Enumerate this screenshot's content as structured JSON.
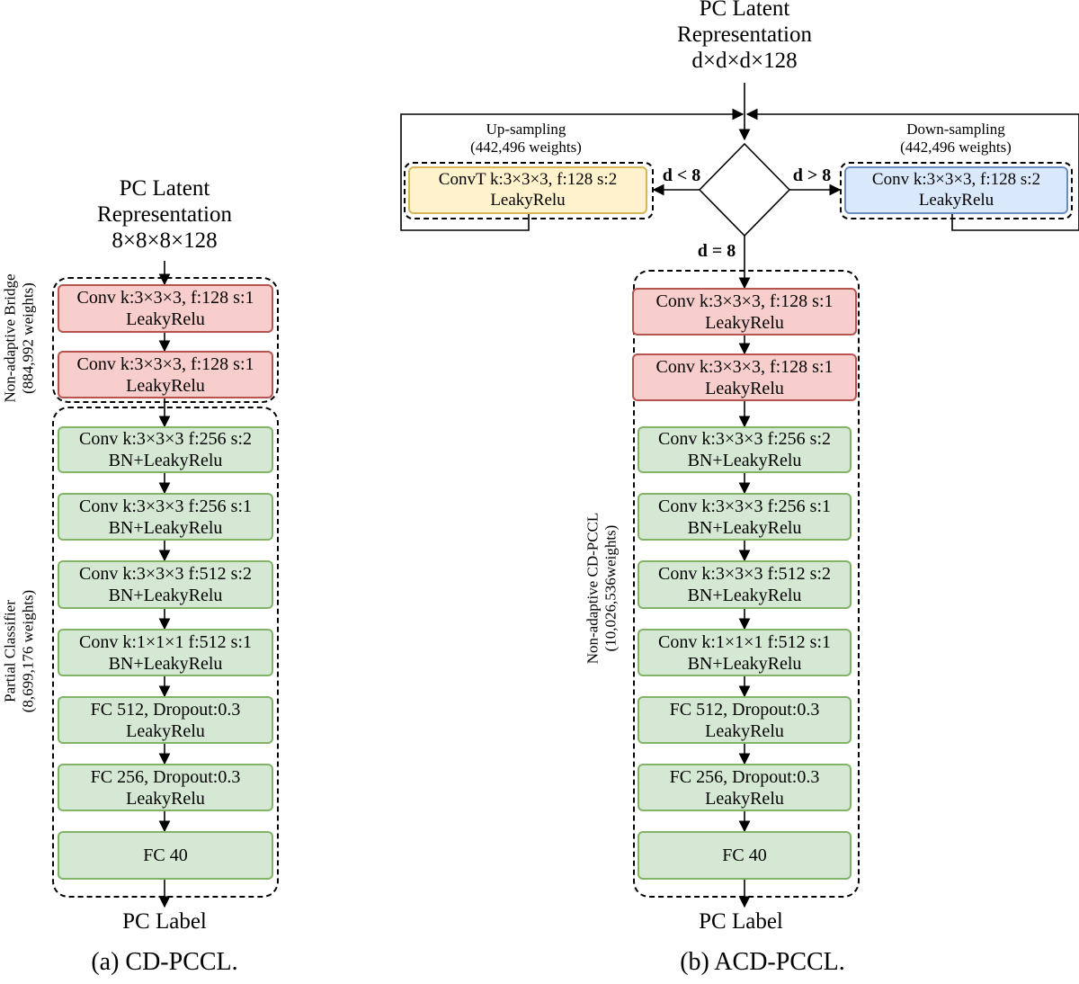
{
  "left": {
    "input": [
      "PC Latent",
      "Representation",
      "8×8×8×128"
    ],
    "bridge_label": [
      "Non-adaptive Bridge",
      "(884,992 weights)"
    ],
    "classifier_label": [
      "Partial Classifier",
      "(8,699,176 weights)"
    ],
    "bridge_nodes": [
      [
        "Conv k:3×3×3, f:128 s:1",
        "LeakyRelu"
      ],
      [
        "Conv k:3×3×3, f:128 s:1",
        "LeakyRelu"
      ]
    ],
    "classifier_nodes": [
      [
        "Conv k:3×3×3 f:256 s:2",
        "BN+LeakyRelu"
      ],
      [
        "Conv k:3×3×3 f:256 s:1",
        "BN+LeakyRelu"
      ],
      [
        "Conv k:3×3×3 f:512 s:2",
        "BN+LeakyRelu"
      ],
      [
        "Conv k:1×1×1 f:512 s:1",
        "BN+LeakyRelu"
      ],
      [
        "FC 512, Dropout:0.3",
        "LeakyRelu"
      ],
      [
        "FC 256, Dropout:0.3",
        "LeakyRelu"
      ],
      [
        "FC 40",
        ""
      ]
    ],
    "output": "PC Label",
    "caption": "(a) CD-PCCL."
  },
  "right": {
    "input": [
      "PC Latent",
      "Representation",
      "d×d×d×128"
    ],
    "upsampling_label": [
      "Up-sampling",
      "(442,496 weights)"
    ],
    "downsampling_label": [
      "Down-sampling",
      "(442,496 weights)"
    ],
    "upsampling_node": [
      "ConvT k:3×3×3, f:128 s:2",
      "LeakyRelu"
    ],
    "downsampling_node": [
      "Conv k:3×3×3, f:128 s:2",
      "LeakyRelu"
    ],
    "cond_left": "d < 8",
    "cond_right": "d > 8",
    "cond_down": "d = 8",
    "pccl_label": [
      "Non-adaptive CD-PCCL",
      "(10,026,536weights)"
    ],
    "nodes": [
      [
        "Conv k:3×3×3, f:128 s:1",
        "LeakyRelu",
        "red"
      ],
      [
        "Conv k:3×3×3, f:128 s:1",
        "LeakyRelu",
        "red"
      ],
      [
        "Conv k:3×3×3 f:256 s:2",
        "BN+LeakyRelu",
        "green"
      ],
      [
        "Conv k:3×3×3 f:256 s:1",
        "BN+LeakyRelu",
        "green"
      ],
      [
        "Conv k:3×3×3 f:512 s:2",
        "BN+LeakyRelu",
        "green"
      ],
      [
        "Conv k:1×1×1 f:512 s:1",
        "BN+LeakyRelu",
        "green"
      ],
      [
        "FC 512, Dropout:0.3",
        "LeakyRelu",
        "green"
      ],
      [
        "FC 256, Dropout:0.3",
        "LeakyRelu",
        "green"
      ],
      [
        "FC 40",
        "",
        "green"
      ]
    ],
    "output": "PC Label",
    "caption": "(b) ACD-PCCL."
  },
  "colors": {
    "bridge_fill": "#f8cecc",
    "bridge_stroke": "#b85450",
    "classifier_fill": "#d5e8d4",
    "classifier_stroke": "#82b366",
    "upsampling_fill": "#fff2cc",
    "upsampling_stroke": "#d6b656",
    "downsampling_fill": "#dae8fc",
    "downsampling_stroke": "#6c8ebf"
  }
}
